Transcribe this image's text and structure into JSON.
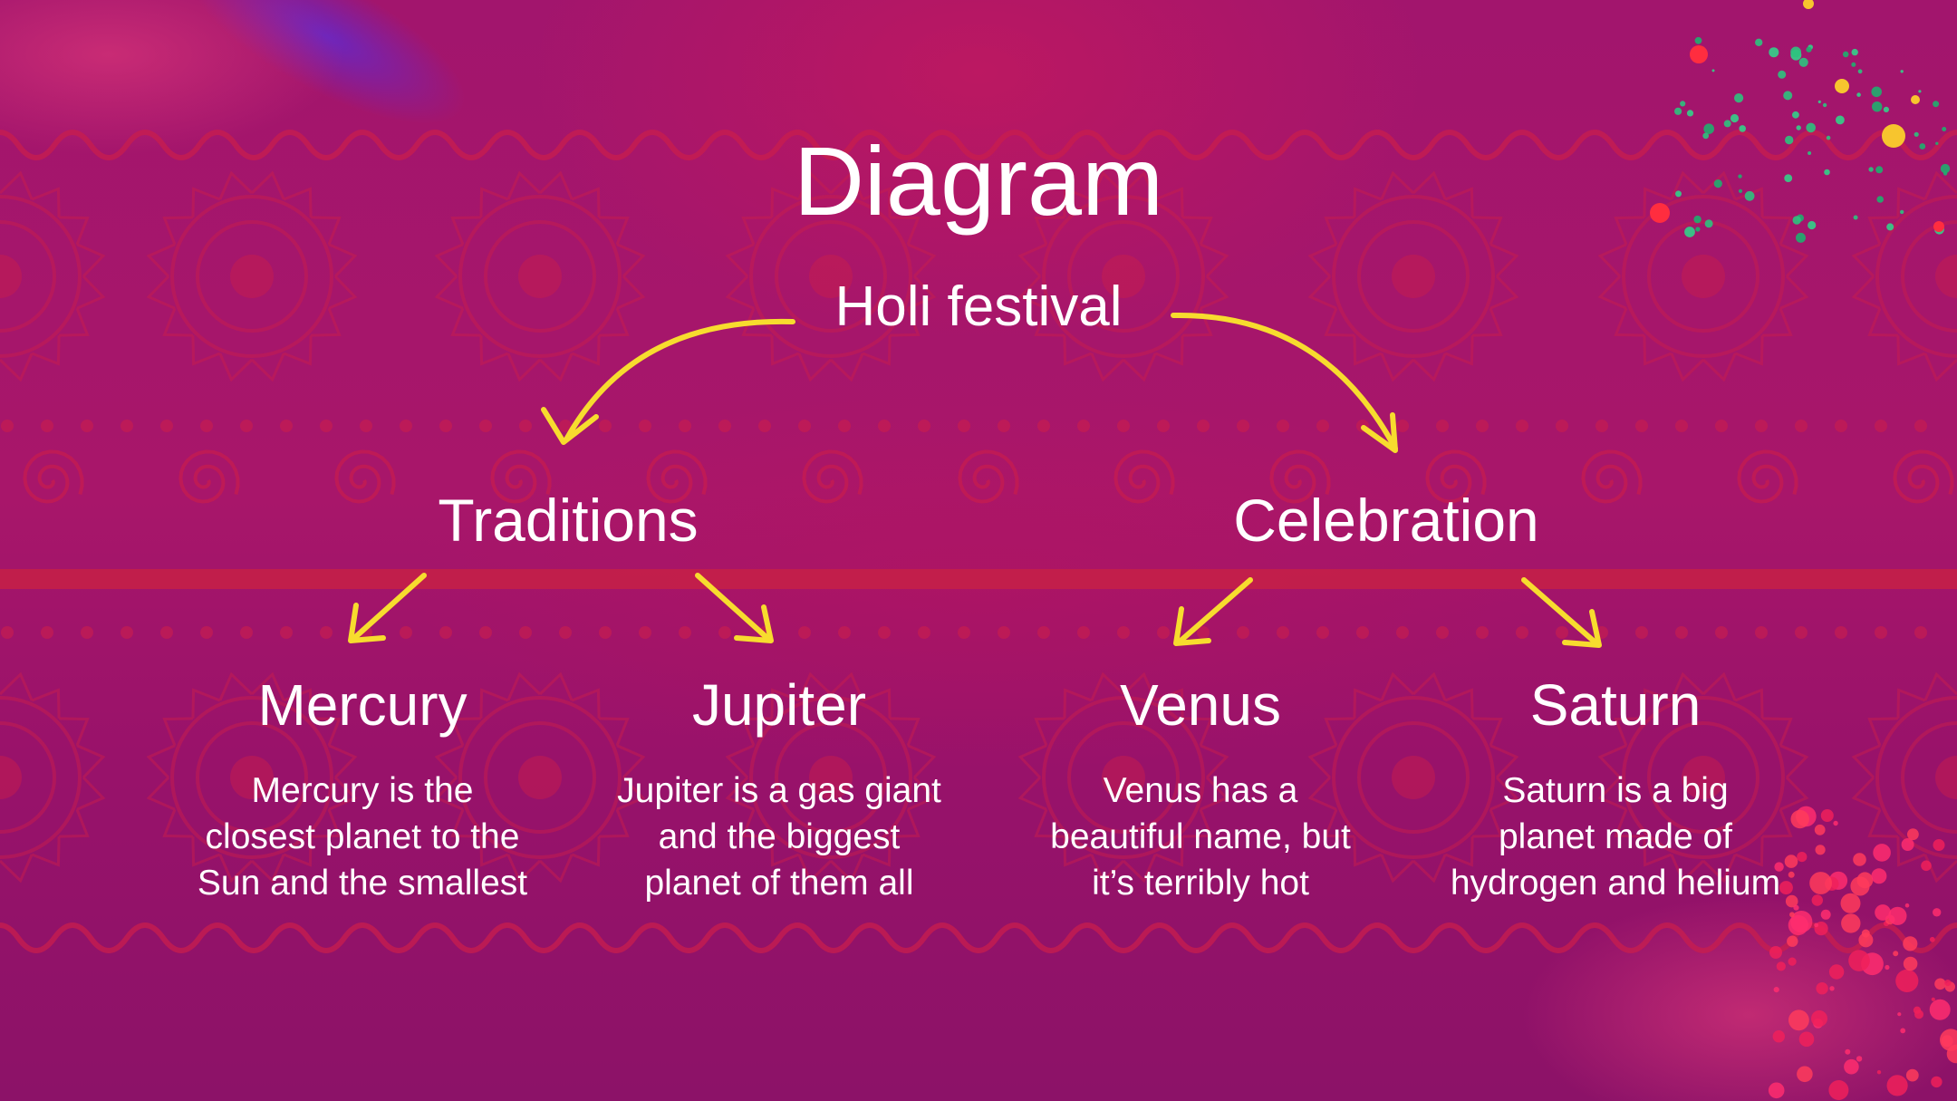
{
  "title": "Diagram",
  "root": "Holi festival",
  "branches": [
    {
      "label": "Traditions",
      "leaves": [
        {
          "name": "Mercury",
          "lines": [
            "Mercury is the",
            "closest planet to the",
            "Sun and the smallest"
          ]
        },
        {
          "name": "Jupiter",
          "lines": [
            "Jupiter is a gas giant",
            "and the biggest",
            "planet of them all"
          ]
        }
      ]
    },
    {
      "label": "Celebration",
      "leaves": [
        {
          "name": "Venus",
          "lines": [
            "Venus has a",
            "beautiful name, but",
            "it’s terribly hot"
          ]
        },
        {
          "name": "Saturn",
          "lines": [
            "Saturn is a big",
            "planet made of",
            "hydrogen and helium"
          ]
        }
      ]
    }
  ],
  "colors": {
    "background": "#a2156d",
    "pattern": "#c81d4e",
    "arrow": "#f7dc2e",
    "text": "#ffffff",
    "band": "#c41f48"
  }
}
